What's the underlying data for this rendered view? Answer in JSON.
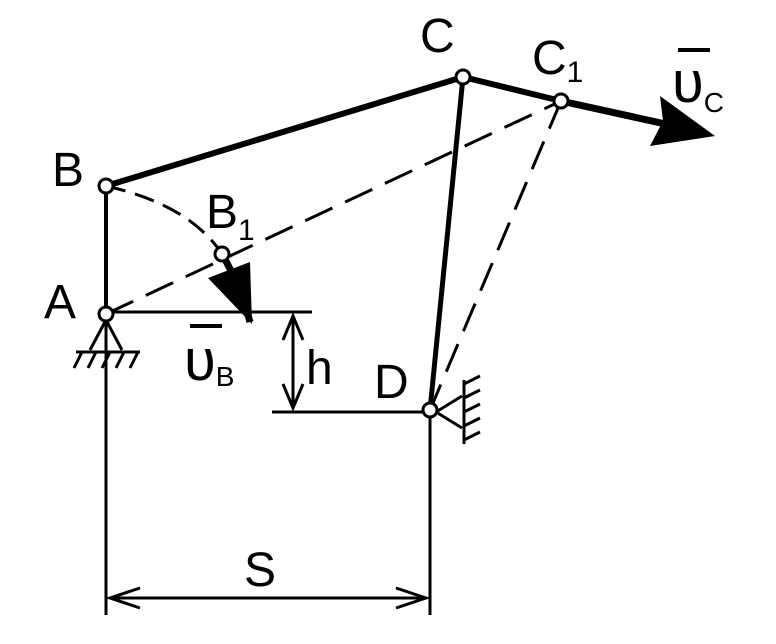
{
  "points": {
    "A": "A",
    "B": "B",
    "B1": {
      "base": "B",
      "sub": "1"
    },
    "C": "C",
    "C1": {
      "base": "C",
      "sub": "1"
    },
    "D": "D"
  },
  "velocities": {
    "vB": {
      "symbol": "υ",
      "sub": "B"
    },
    "vC": {
      "symbol": "υ",
      "sub": "C"
    }
  },
  "dimensions": {
    "h": "h",
    "S": "S"
  }
}
